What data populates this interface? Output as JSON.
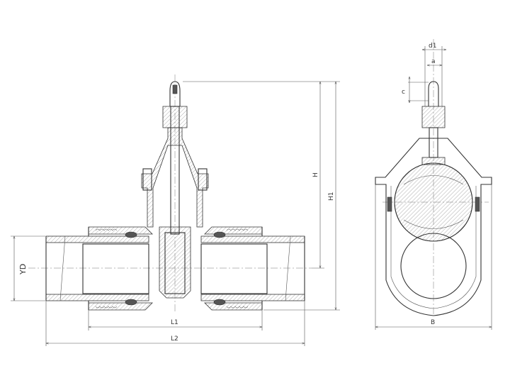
{
  "drawing": {
    "front_view": {
      "dimensions": {
        "height": "H",
        "height_total": "H1",
        "pipe_od": "YD",
        "length_inner": "L1",
        "length_overall": "L2"
      }
    },
    "side_view": {
      "dimensions": {
        "stem_cap_diameter": "d1",
        "stem_square": "a",
        "stem_cap_height": "c",
        "width": "B"
      }
    },
    "colors": {
      "line": "#333333",
      "background": "#ffffff"
    }
  }
}
